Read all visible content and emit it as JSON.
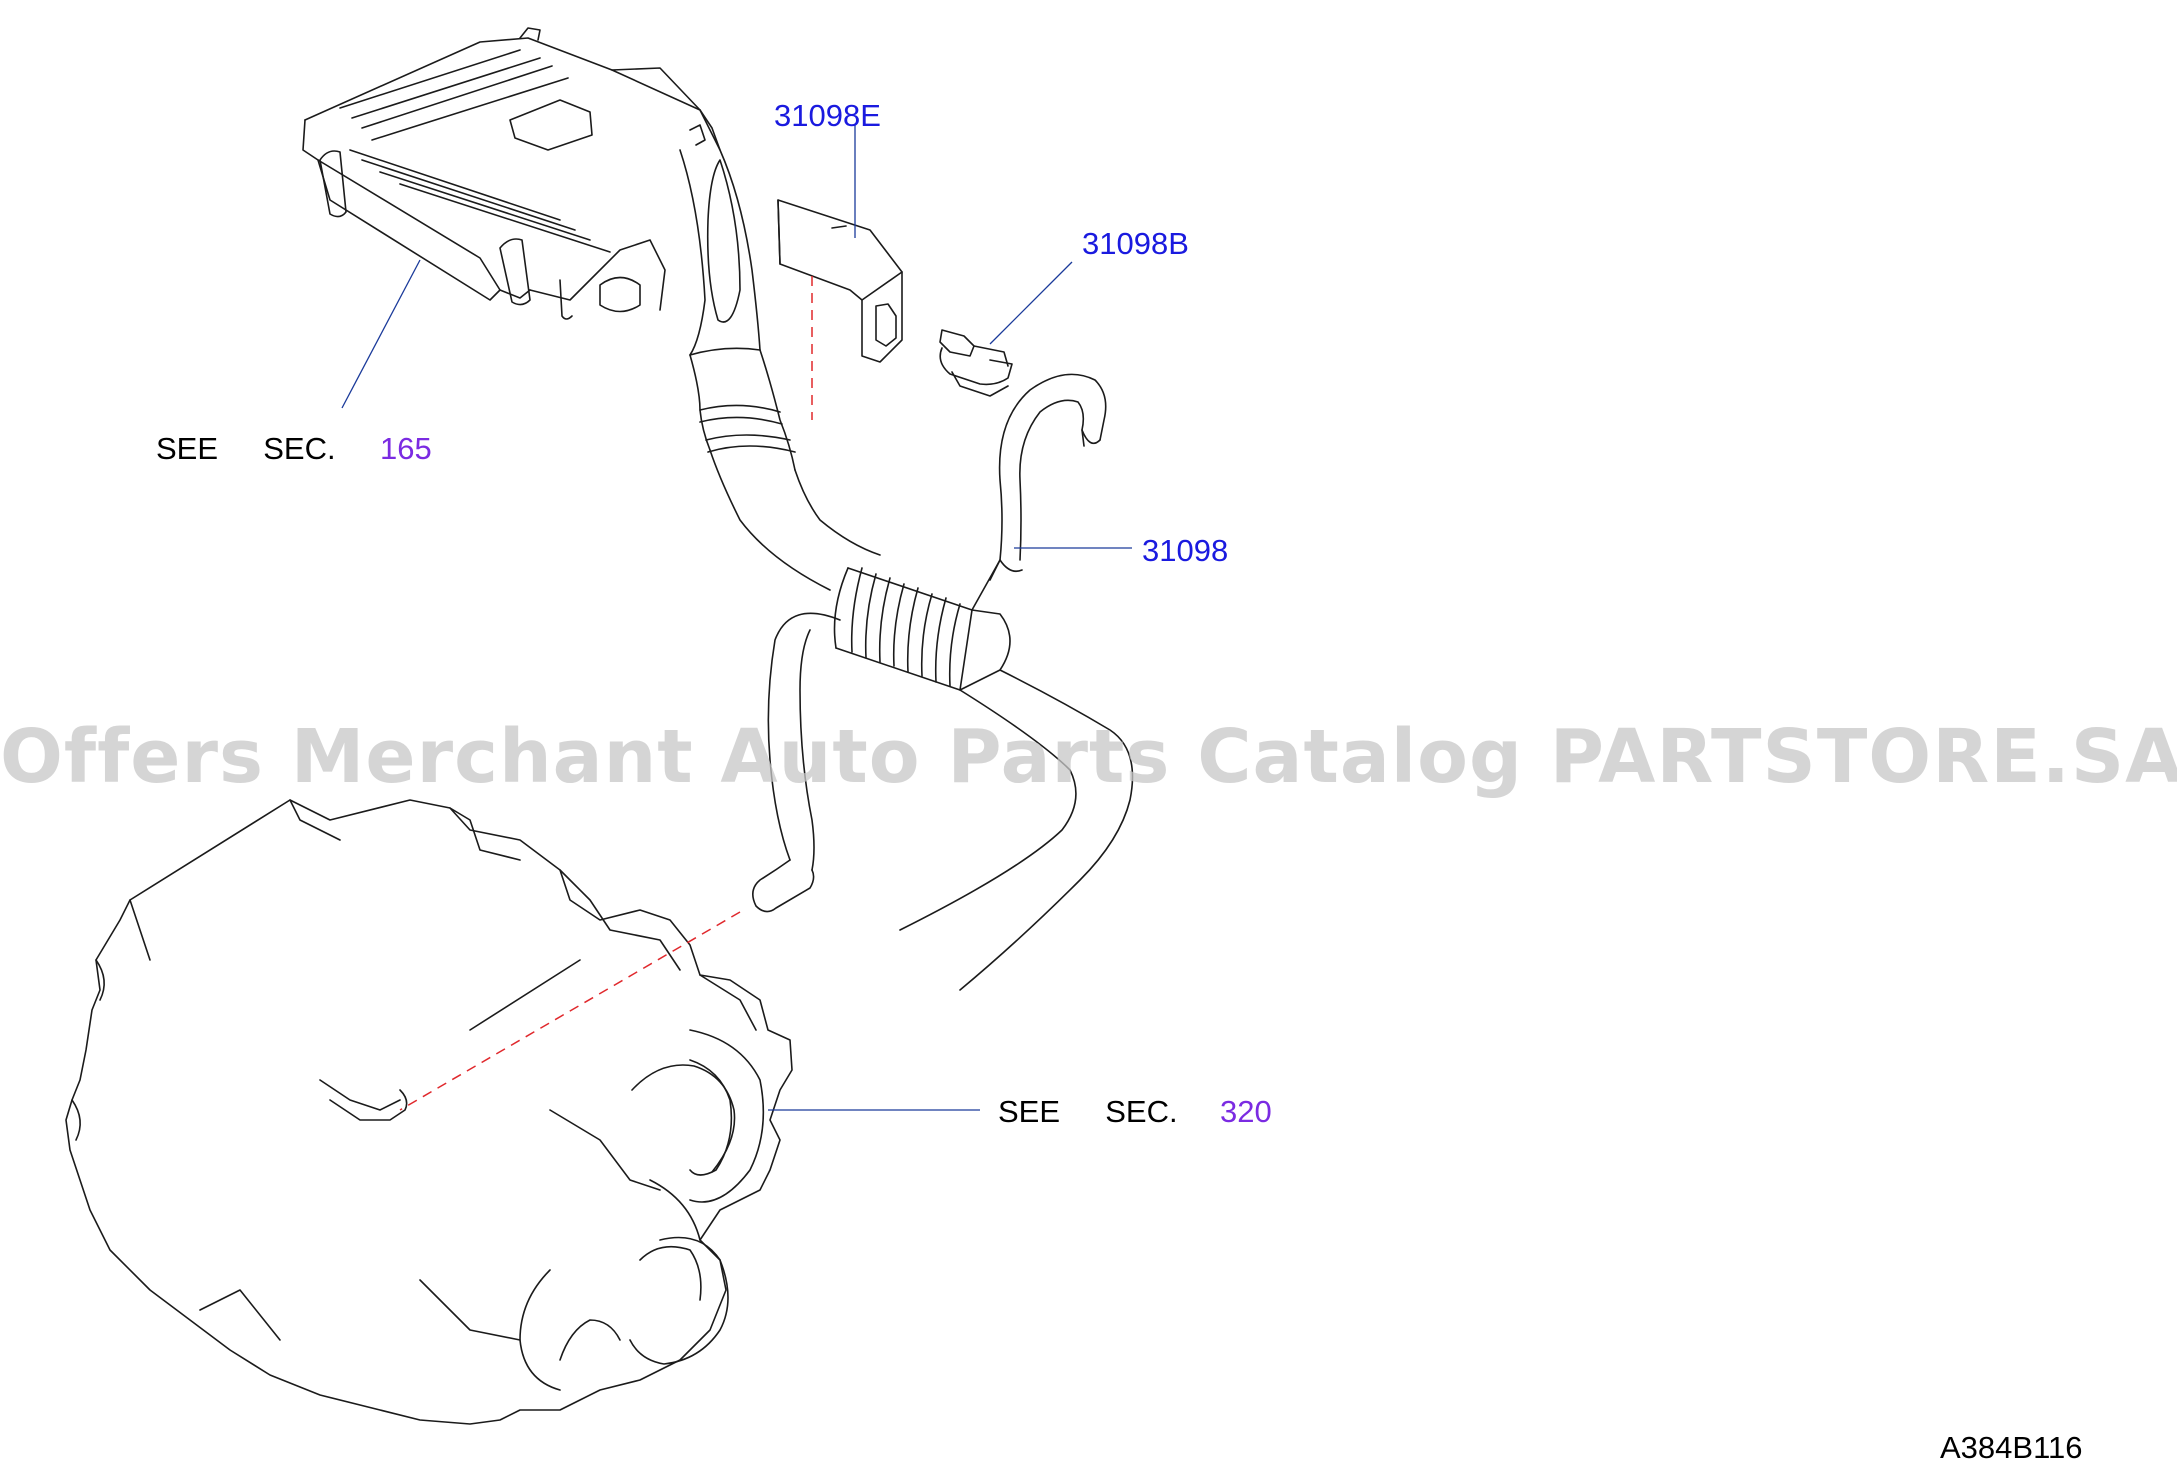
{
  "callouts": {
    "bracket": "31098E",
    "clamp": "31098B",
    "hose": "31098"
  },
  "sections": {
    "air_cleaner": {
      "prefix": "SEE  SEC.",
      "number": "165"
    },
    "transaxle": {
      "prefix": "SEE  SEC.",
      "number": "320"
    }
  },
  "figure_id": "A384B116",
  "watermark": "Offers Merchant Auto Parts Catalog PARTSTORE.SA",
  "colors": {
    "part_number": "#1a1adf",
    "section_number": "#7b2be2",
    "line": "#1b1b1b",
    "leader": "#1a3a9a",
    "dashed_link": "#e0282c",
    "watermark": "#c8c8c8"
  }
}
